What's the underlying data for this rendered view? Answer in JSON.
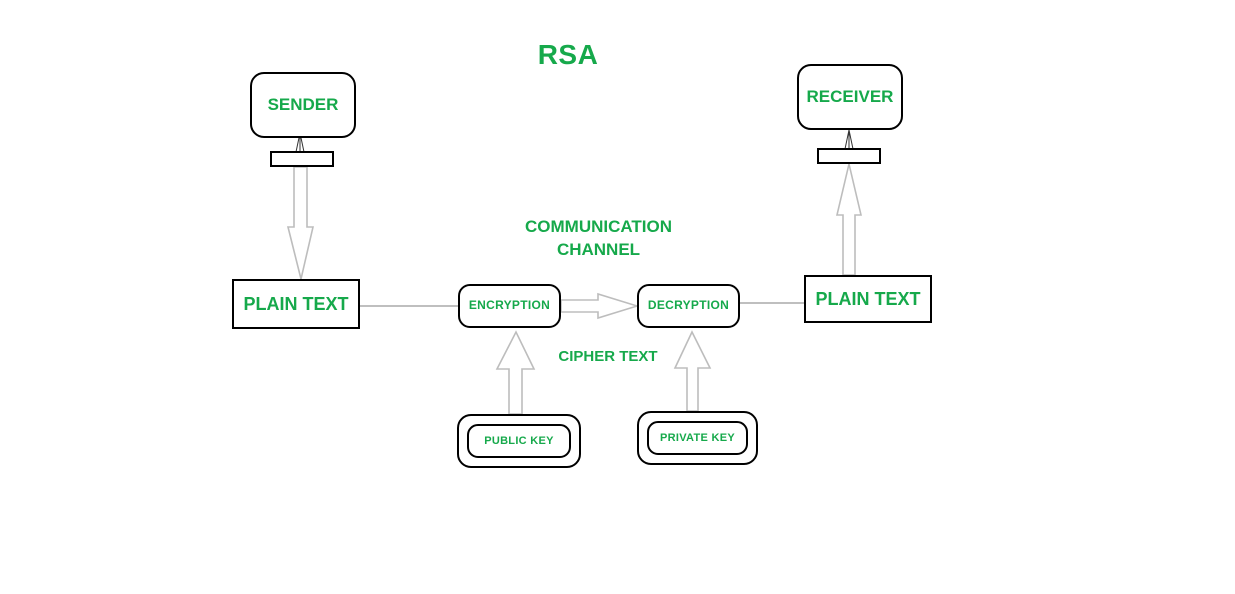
{
  "diagram": {
    "title": "RSA",
    "accent_color": "#16a94b",
    "border_color": "#000000",
    "arrow_color": "#bdbdbd",
    "line_color": "#aaaaaa"
  },
  "nodes": {
    "sender": "SENDER",
    "receiver": "RECEIVER",
    "plain_text_left": "PLAIN TEXT",
    "plain_text_right": "PLAIN TEXT",
    "encryption": "ENCRYPTION",
    "decryption": "DECRYPTION",
    "public_key": "PUBLIC KEY",
    "private_key": "PRIVATE KEY"
  },
  "labels": {
    "communication_channel": "COMMUNICATION CHANNEL",
    "cipher_text": "CIPHER TEXT"
  },
  "edges": [
    {
      "from": "sender-stand",
      "to": "plain-text-left",
      "style": "block-arrow-down"
    },
    {
      "from": "plain-text-left",
      "to": "encryption",
      "style": "thin-line"
    },
    {
      "from": "encryption",
      "to": "decryption",
      "style": "block-arrow-right"
    },
    {
      "from": "decryption",
      "to": "plain-text-right",
      "style": "thin-line"
    },
    {
      "from": "plain-text-right",
      "to": "receiver-stand",
      "style": "block-arrow-up"
    },
    {
      "from": "public-key",
      "to": "encryption",
      "style": "block-arrow-up"
    },
    {
      "from": "private-key",
      "to": "decryption",
      "style": "block-arrow-up"
    },
    {
      "from": "sender-stand",
      "to": "sender",
      "style": "hairline-arrow-up"
    },
    {
      "from": "receiver-stand",
      "to": "receiver",
      "style": "hairline-arrow-up"
    }
  ]
}
